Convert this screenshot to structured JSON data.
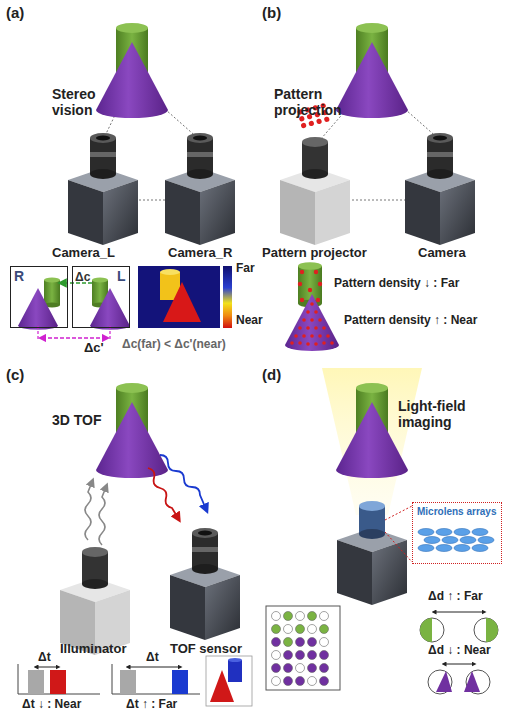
{
  "diagram": {
    "nodes": [
      {
        "text": [
          "R"
        ]
      },
      {
        "text": [
          "Δc",
          "L"
        ]
      },
      {
        "text": [
          "Microlens arrays"
        ]
      }
    ],
    "labels": [
      "(a)",
      "Stereo vision",
      "Camera_L",
      "Camera_R",
      "Δc'",
      "Far",
      "Near",
      "Δc(far) < Δc'(near)",
      "(b)",
      "Pattern projection",
      "Pattern projector",
      "Camera",
      "Pattern density ↓ : Far",
      "Pattern density ↑ : Near",
      "(c)",
      "3D TOF",
      "Illuminator",
      "TOF sensor",
      "Δt",
      "Δt ↓ : Near",
      "Δt",
      "Δt ↑ : Far",
      "(d)",
      "Light-field imaging",
      "Δd ↑ : Far",
      "Δd ↓ : Near"
    ]
  }
}
